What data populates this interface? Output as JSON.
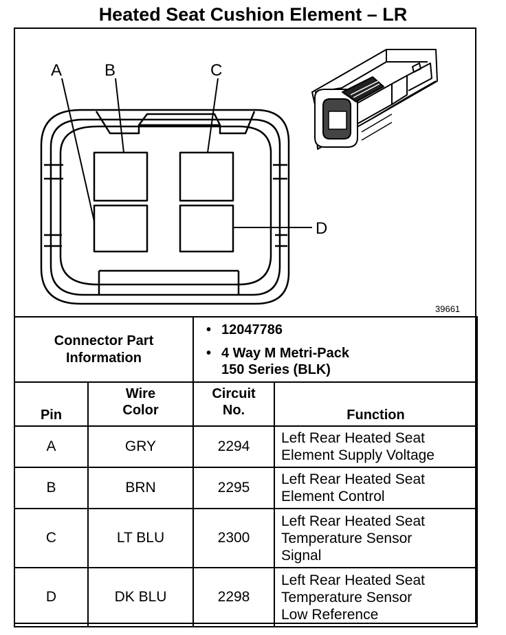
{
  "title": "Heated Seat Cushion Element – LR",
  "diagram": {
    "pin_labels": [
      "A",
      "B",
      "C",
      "D"
    ],
    "figure_number": "39661"
  },
  "connector": {
    "label_line1": "Connector Part",
    "label_line2": "Information",
    "bullets": [
      "12047786",
      "4 Way M Metri-Pack",
      "150 Series (BLK)"
    ]
  },
  "table": {
    "headers": {
      "pin": "Pin",
      "wire_line1": "Wire",
      "wire_line2": "Color",
      "circuit_line1": "Circuit",
      "circuit_line2": "No.",
      "function": "Function"
    },
    "rows": [
      {
        "pin": "A",
        "color": "GRY",
        "circuit": "2294",
        "function": [
          "Left Rear Heated Seat",
          "Element Supply Voltage"
        ]
      },
      {
        "pin": "B",
        "color": "BRN",
        "circuit": "2295",
        "function": [
          "Left Rear Heated Seat",
          "Element Control"
        ]
      },
      {
        "pin": "C",
        "color": "LT BLU",
        "circuit": "2300",
        "function": [
          "Left Rear Heated Seat",
          "Temperature Sensor",
          "Signal"
        ]
      },
      {
        "pin": "D",
        "color": "DK BLU",
        "circuit": "2298",
        "function": [
          "Left Rear Heated Seat",
          "Temperature Sensor",
          "Low Reference"
        ]
      }
    ]
  }
}
